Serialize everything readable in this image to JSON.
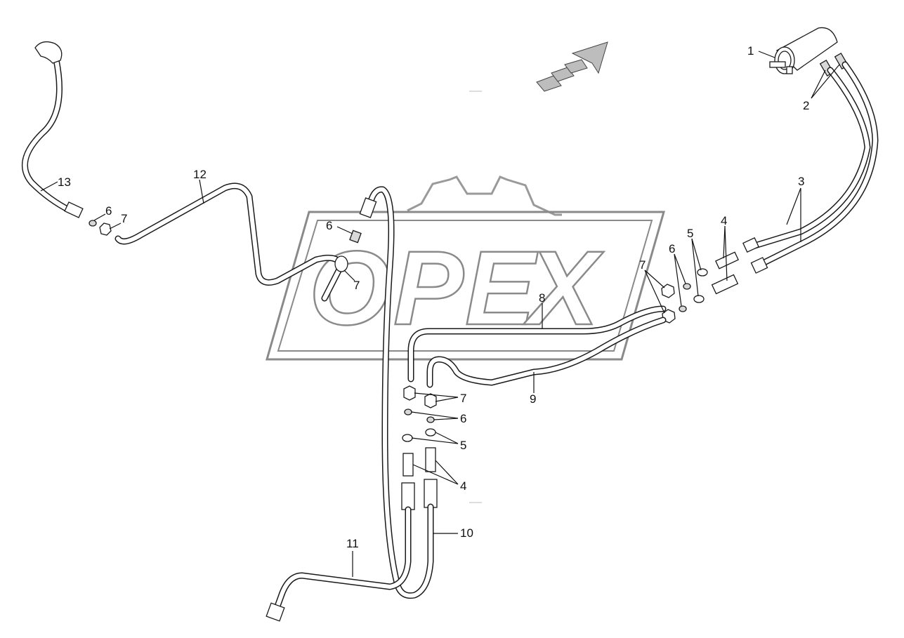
{
  "watermark": {
    "text": [
      "O",
      "P",
      "E",
      "X"
    ],
    "color": "#8a8a8a"
  },
  "direction_arrow": {
    "icon": "travel-direction-arrow-icon"
  },
  "callouts": [
    {
      "id": "c1",
      "text": "1"
    },
    {
      "id": "c2",
      "text": "2"
    },
    {
      "id": "c3",
      "text": "3"
    },
    {
      "id": "c4a",
      "text": "4"
    },
    {
      "id": "c5a",
      "text": "5"
    },
    {
      "id": "c6a",
      "text": "6"
    },
    {
      "id": "c7a",
      "text": "7"
    },
    {
      "id": "c8",
      "text": "8"
    },
    {
      "id": "c9",
      "text": "9"
    },
    {
      "id": "c10",
      "text": "10"
    },
    {
      "id": "c11",
      "text": "11"
    },
    {
      "id": "c12",
      "text": "12"
    },
    {
      "id": "c13",
      "text": "13"
    },
    {
      "id": "c6b",
      "text": "6"
    },
    {
      "id": "c7b",
      "text": "7"
    },
    {
      "id": "c6c",
      "text": "6"
    },
    {
      "id": "c7c",
      "text": "7"
    },
    {
      "id": "c7d",
      "text": "7"
    },
    {
      "id": "c6d",
      "text": "6"
    },
    {
      "id": "c5b",
      "text": "5"
    },
    {
      "id": "c4b",
      "text": "4"
    }
  ]
}
